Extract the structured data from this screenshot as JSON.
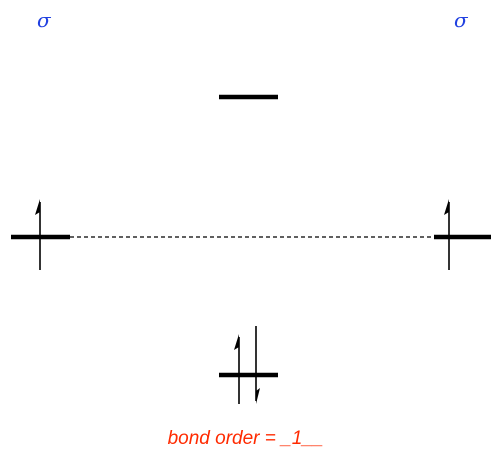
{
  "labels": {
    "left_orbital_symbol": "σ",
    "right_orbital_symbol": "σ",
    "bond_order_text": "bond order = _1__"
  },
  "levels": {
    "left_atomic": {
      "electrons": [
        "up"
      ]
    },
    "right_atomic": {
      "electrons": [
        "up"
      ]
    },
    "antibonding": {
      "electrons": []
    },
    "bonding": {
      "electrons": [
        "up",
        "down"
      ]
    }
  },
  "colors": {
    "symbol": "#1f3fe0",
    "bond_order": "#ff2a00",
    "lines": "#000000",
    "background": "#ffffff"
  }
}
